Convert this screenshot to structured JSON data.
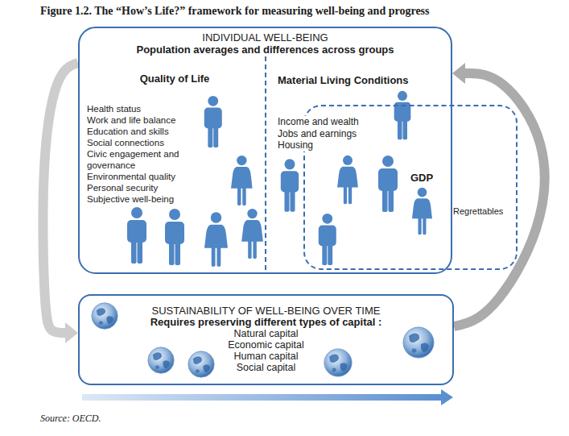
{
  "diagram": {
    "title": "Figure 1.2. The “How’s Life?” framework for measuring well-being and progress",
    "caption": "Source: OECD.",
    "nodes": [
      {
        "text": [
          "INDIVIDUAL WELL-BEING",
          "Population averages and differences across groups"
        ]
      },
      {
        "text": [
          "Quality of Life",
          "Health status",
          "Work and life balance",
          "Education and skills",
          "Social connections",
          "Civic engagement and governance",
          "Environmental quality",
          "Personal security",
          "Subjective well-being"
        ],
        "in": 0
      },
      {
        "text": [
          "Material Living Conditions",
          "Income and wealth",
          "Jobs and earnings",
          "Housing"
        ],
        "in": 0
      },
      {
        "text": [
          "GDP",
          "Regrettables"
        ]
      },
      {
        "text": [
          "SUSTAINABILITY OF WELL-BEING OVER TIME",
          "Requires preserving different types of capital :",
          "Natural capital",
          "Economic capital",
          "Human capital",
          "Social capital"
        ]
      }
    ],
    "edges": [
      {
        "from": 0,
        "to": 4,
        "arrow": "to"
      },
      {
        "from": 4,
        "to": 0,
        "arrow": "to"
      }
    ]
  }
}
